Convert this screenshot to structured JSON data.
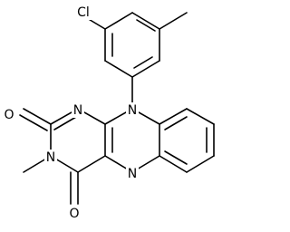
{
  "molecule": {
    "atoms": {
      "cl": "Cl",
      "n10": "N",
      "n1": "N",
      "n3": "N",
      "n5": "N",
      "o2": "O",
      "o4": "O"
    }
  }
}
